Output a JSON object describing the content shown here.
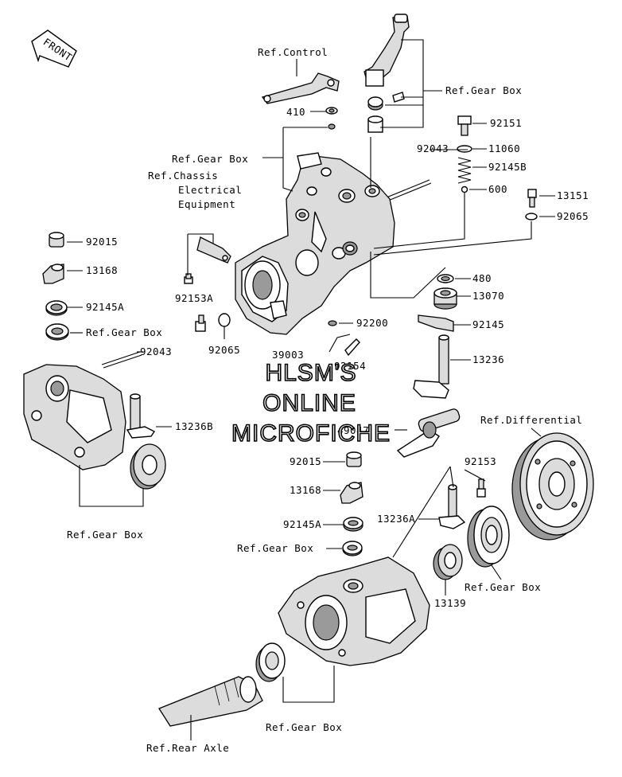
{
  "front_badge": "FRONT",
  "watermark": {
    "line1": "HLSM'S",
    "line2": "ONLINE",
    "line3": "MICROFICHE"
  },
  "labels": {
    "ref_control": "Ref.Control",
    "ref_gearbox_top_right": "Ref.Gear Box",
    "p410": "410",
    "ref_gearbox_upper_left": "Ref.Gear Box",
    "p92151": "92151",
    "p11060": "11060",
    "p92043_top": "92043",
    "p92145B": "92145B",
    "ref_chassis_1": "Ref.Chassis",
    "ref_chassis_2": "Electrical",
    "ref_chassis_3": "Equipment",
    "p600": "600",
    "p13151": "13151",
    "p92065_right": "92065",
    "p92015_left": "92015",
    "p13168_left": "13168",
    "p480": "480",
    "p92153A": "92153A",
    "p13070": "13070",
    "p92145A_left": "92145A",
    "ref_gearbox_left": "Ref.Gear Box",
    "p92145": "92145",
    "p92200": "92200",
    "p92043_left": "92043",
    "p92065_mid": "92065",
    "p39003": "39003",
    "p92154": "92154",
    "p13236": "13236",
    "p13236B": "13236B",
    "p49047": "49047",
    "ref_differential": "Ref.Differential",
    "ref_gearbox_lower_left": "Ref.Gear Box",
    "p92015_mid": "92015",
    "p92153": "92153",
    "p13168_mid": "13168",
    "p13236A": "13236A",
    "p92145A_mid": "92145A",
    "ref_gearbox_mid": "Ref.Gear Box",
    "ref_gearbox_right": "Ref.Gear Box",
    "p13139": "13139",
    "ref_gearbox_bottom": "Ref.Gear Box",
    "ref_rear_axle": "Ref.Rear Axle"
  }
}
